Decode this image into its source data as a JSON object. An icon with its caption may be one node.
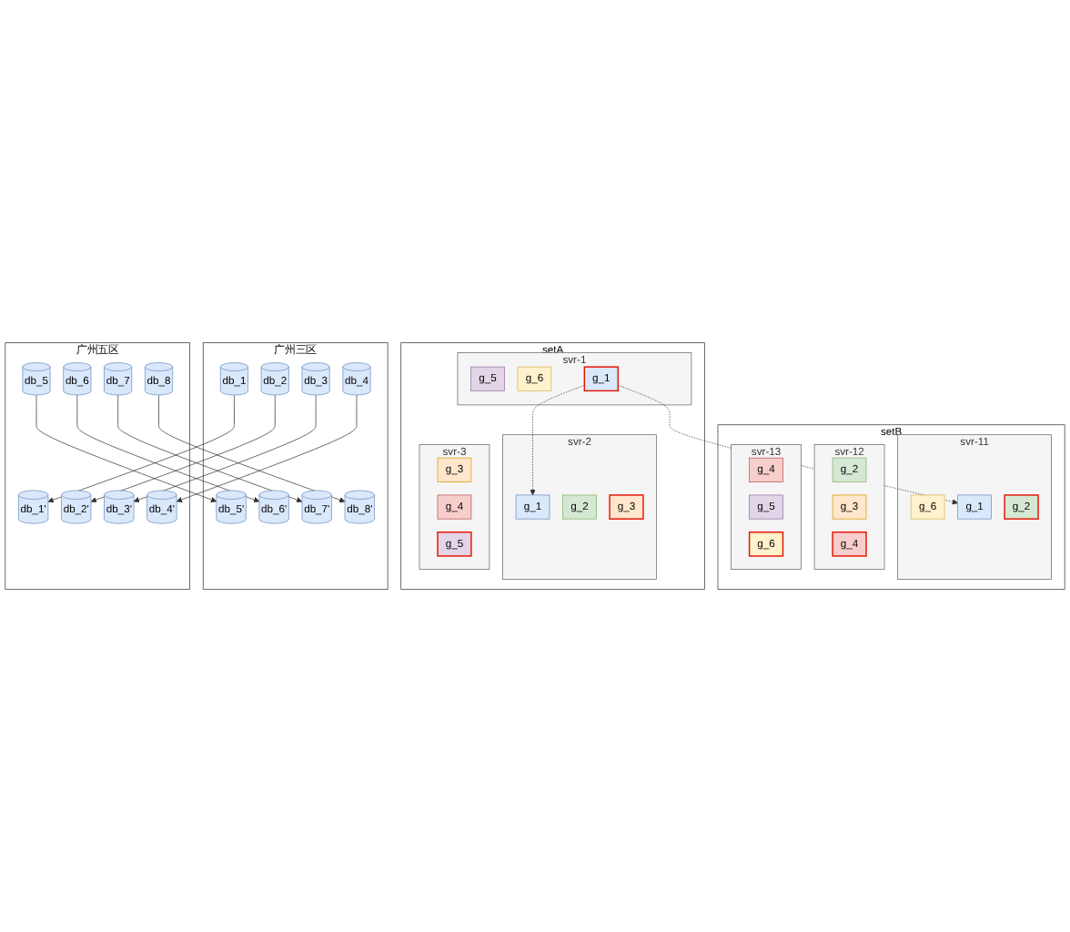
{
  "diagram": {
    "nodes": [
      {
        "text": [
          "setA"
        ]
      },
      {
        "text": [
          "svr-1"
        ],
        "in": 0
      },
      {
        "text": [
          "g_5"
        ],
        "in": 1
      },
      {
        "text": [
          "g_6"
        ],
        "in": 1
      },
      {
        "text": [
          "g_1"
        ],
        "in": 1
      },
      {
        "text": [
          "svr-2"
        ],
        "in": 0
      },
      {
        "text": [
          "g_1"
        ],
        "in": 5
      },
      {
        "text": [
          "g_2"
        ],
        "in": 5
      },
      {
        "text": [
          "g_3"
        ],
        "in": 5
      },
      {
        "text": [
          "svr-3"
        ],
        "in": 0
      },
      {
        "text": [
          "g_3"
        ],
        "in": 9
      },
      {
        "text": [
          "g_4"
        ],
        "in": 9
      },
      {
        "text": [
          "g_5"
        ],
        "in": 9
      },
      {
        "text": [
          "setB"
        ]
      },
      {
        "text": [
          "svr-11"
        ],
        "in": 13
      },
      {
        "text": [
          "g_6"
        ],
        "in": 14
      },
      {
        "text": [
          "g_1"
        ],
        "in": 14
      },
      {
        "text": [
          "g_2"
        ],
        "in": 14
      },
      {
        "text": [
          "svr-12"
        ],
        "in": 13
      },
      {
        "text": [
          "g_2"
        ],
        "in": 18
      },
      {
        "text": [
          "g_3"
        ],
        "in": 18
      },
      {
        "text": [
          "g_4"
        ],
        "in": 18
      },
      {
        "text": [
          "svr-13"
        ],
        "in": 13
      },
      {
        "text": [
          "g_4"
        ],
        "in": 22
      },
      {
        "text": [
          "g_5"
        ],
        "in": 22
      },
      {
        "text": [
          "g_6"
        ],
        "in": 22
      },
      {
        "text": [
          "广州三区"
        ]
      },
      {
        "text": [
          "db_1"
        ],
        "in": 26
      },
      {
        "text": [
          "db_2"
        ],
        "in": 26
      },
      {
        "text": [
          "db_3"
        ],
        "in": 26
      },
      {
        "text": [
          "db_4"
        ],
        "in": 26
      },
      {
        "text": [
          "db_5'"
        ],
        "in": 26
      },
      {
        "text": [
          "db_6'"
        ],
        "in": 26
      },
      {
        "text": [
          "db_7'"
        ],
        "in": 26
      },
      {
        "text": [
          "db_8'"
        ],
        "in": 26
      },
      {
        "text": [
          "广州五区"
        ]
      },
      {
        "text": [
          "db_1'"
        ],
        "in": 35
      },
      {
        "text": [
          "db_2'"
        ],
        "in": 35
      },
      {
        "text": [
          "db_3'"
        ],
        "in": 35
      },
      {
        "text": [
          "db_4'"
        ],
        "in": 35
      },
      {
        "text": [
          "db_5"
        ],
        "in": 35
      },
      {
        "text": [
          "db_6"
        ],
        "in": 35
      },
      {
        "text": [
          "db_7"
        ],
        "in": 35
      },
      {
        "text": [
          "db_8"
        ],
        "in": 35
      }
    ],
    "edges": [
      {
        "from": 4,
        "to": 6,
        "arrow": "to",
        "style": "dashed"
      },
      {
        "from": 4,
        "to": 16,
        "arrow": "to",
        "style": "dashed"
      },
      {
        "from": 27,
        "to": 36,
        "arrow": "to"
      },
      {
        "from": 28,
        "to": 37,
        "arrow": "to"
      },
      {
        "from": 29,
        "to": 38,
        "arrow": "to"
      },
      {
        "from": 30,
        "to": 39,
        "arrow": "to"
      },
      {
        "from": 40,
        "to": 31,
        "arrow": "to"
      },
      {
        "from": 41,
        "to": 32,
        "arrow": "to"
      },
      {
        "from": 42,
        "to": 33,
        "arrow": "to"
      },
      {
        "from": 43,
        "to": 34,
        "arrow": "to"
      }
    ]
  }
}
